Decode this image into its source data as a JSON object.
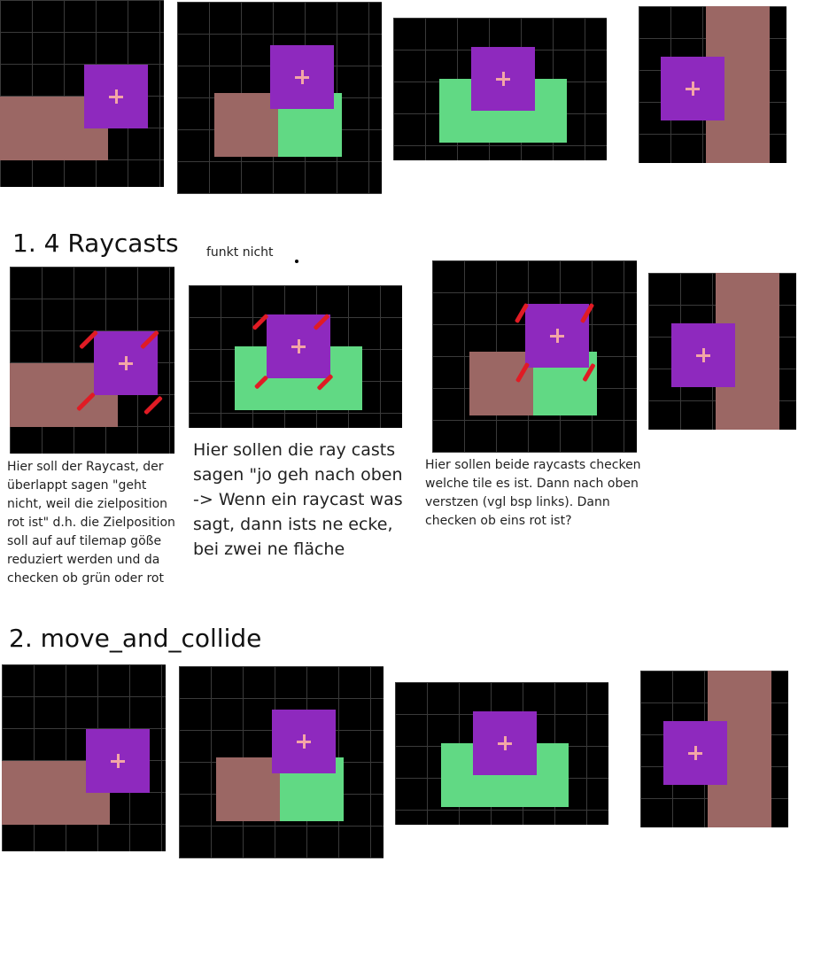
{
  "sections": {
    "raycasts_heading": "1. 4 Raycasts",
    "raycasts_side_note": "funkt nicht",
    "move_heading": "2.  move_and_collide"
  },
  "notes": {
    "note_1": "Hier soll der Raycast, der überlappt sagen \"geht nicht, weil die zielposition rot ist\" d.h. die Zielposition soll auf auf tilemap göße reduziert werden und da checken ob grün oder rot",
    "note_2": "Hier sollen die ray casts sagen \"jo geh nach oben -> Wenn ein raycast was sagt, dann ists ne ecke, bei zwei ne fläche",
    "note_3": "Hier sollen beide raycasts checken welche tile es ist. Dann nach oben verstzen (vgl bsp links). Dann checken ob eins rot ist?"
  },
  "colors": {
    "background_grid": "#000000",
    "grid_line": "#3a3a3a",
    "red_tile": "#9b6764",
    "green_tile": "#61d984",
    "player": "#8e29be",
    "player_cross": "#f3a6a6",
    "raycast": "#e01b24"
  },
  "legend": {
    "player_icon": "crosshair-icon"
  }
}
